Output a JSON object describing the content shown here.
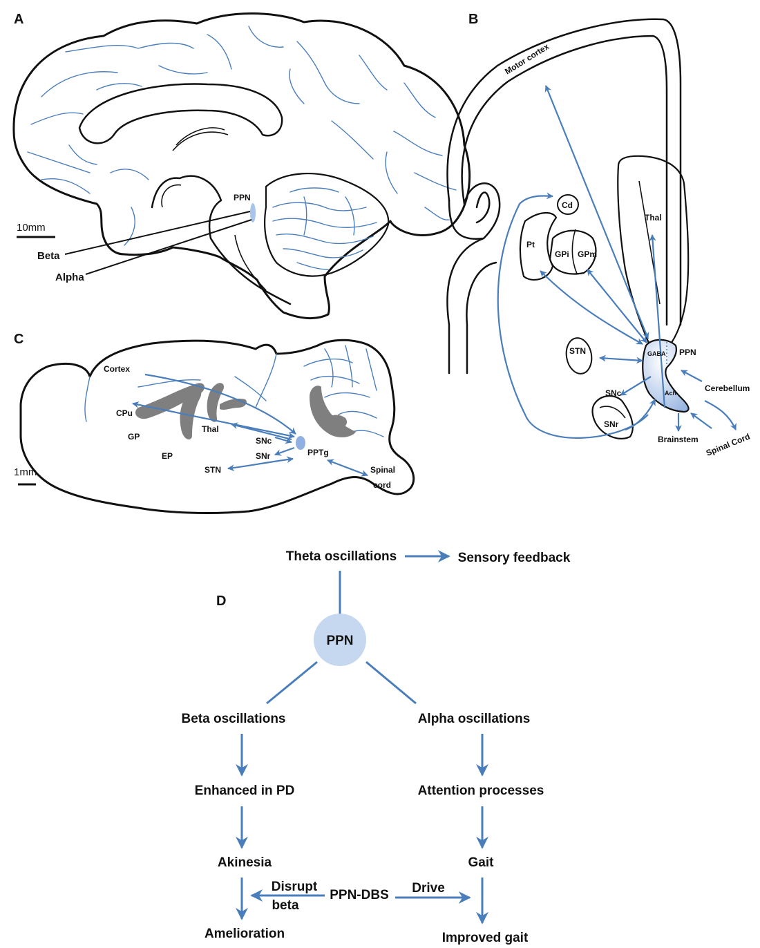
{
  "panels": {
    "a": {
      "letter": "A",
      "ppn": "PPN",
      "scale": "10mm",
      "beta": "Beta",
      "alpha": "Alpha"
    },
    "b": {
      "letter": "B",
      "motor_cortex": "Motor cortex",
      "cd": "Cd",
      "pt": "Pt",
      "gpi": "GPi",
      "gpm": "GPm",
      "thal": "Thal",
      "stn": "STN",
      "gaba": "GABA",
      "ppn": "PPN",
      "ach": "Ach",
      "snc": "SNc",
      "snr": "SNr",
      "cerebellum": "Cerebellum",
      "brainstem": "Brainstem",
      "spinal_cord": "Spinal Cord"
    },
    "c": {
      "letter": "C",
      "cortex": "Cortex",
      "cpu": "CPu",
      "gp": "GP",
      "ep": "EP",
      "thal": "Thal",
      "snc": "SNc",
      "snr": "SNr",
      "stn": "STN",
      "pptg": "PPTg",
      "spinal": "Spinal",
      "cord": "cord",
      "scale": "1mm"
    },
    "d": {
      "letter": "D",
      "theta": "Theta oscillations",
      "sensory": "Sensory feedback",
      "ppn": "PPN",
      "beta": "Beta oscillations",
      "alpha": "Alpha oscillations",
      "enhanced": "Enhanced in PD",
      "attention": "Attention processes",
      "akinesia": "Akinesia",
      "gait": "Gait",
      "ppn_dbs": "PPN-DBS",
      "disrupt": "Disrupt",
      "beta_word": "beta",
      "drive": "Drive",
      "amelioration": "Amelioration",
      "improved": "Improved gait"
    }
  },
  "colors": {
    "accent": "#4a7ebb",
    "ppn_fill": "#c5d8f0",
    "grey_region": "#7f7f7f"
  }
}
